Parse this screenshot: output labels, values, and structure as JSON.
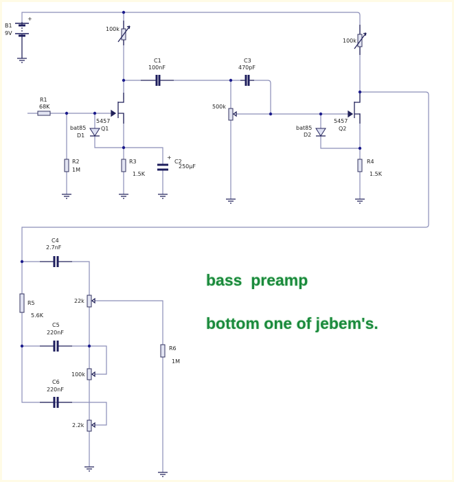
{
  "labels": {
    "b1": "B1",
    "b1_value": "9V",
    "plus": "+",
    "vr1_value": "100k",
    "vr2_value": "100k",
    "c1": "C1",
    "c1_value": "100nF",
    "c2": "C2",
    "c2_value": "250µF",
    "c3": "C3",
    "c3_value": "470pF",
    "r1": "R1",
    "r1_value": "68K",
    "r2": "R2",
    "r2_value": "1M",
    "r3": "R3",
    "r3_value": "1.5K",
    "r4": "R4",
    "r4_value": "1.5K",
    "q1_type": "5457",
    "q1": "Q1",
    "d1_type": "bat85",
    "d1": "D1",
    "q2_type": "5457",
    "q2": "Q2",
    "d2_type": "bat85",
    "d2": "D2",
    "pot_gain": "500k",
    "c4": "C4",
    "c4_value": "2.7nF",
    "c5": "C5",
    "c5_value": "220nF",
    "c6": "C6",
    "c6_value": "220nF",
    "r5": "R5",
    "r5_value": "5.6K",
    "r6": "R6",
    "r6_value": "1M",
    "pot_treble": "22k",
    "pot_mid": "100k",
    "pot_bass": "2.2k"
  },
  "title": "bass  preamp",
  "subtitle": "bottom one of jebem's.",
  "colors": {
    "text": "#1a8a3c",
    "wire": "#8a8db8",
    "node": "#1c1c8c"
  }
}
